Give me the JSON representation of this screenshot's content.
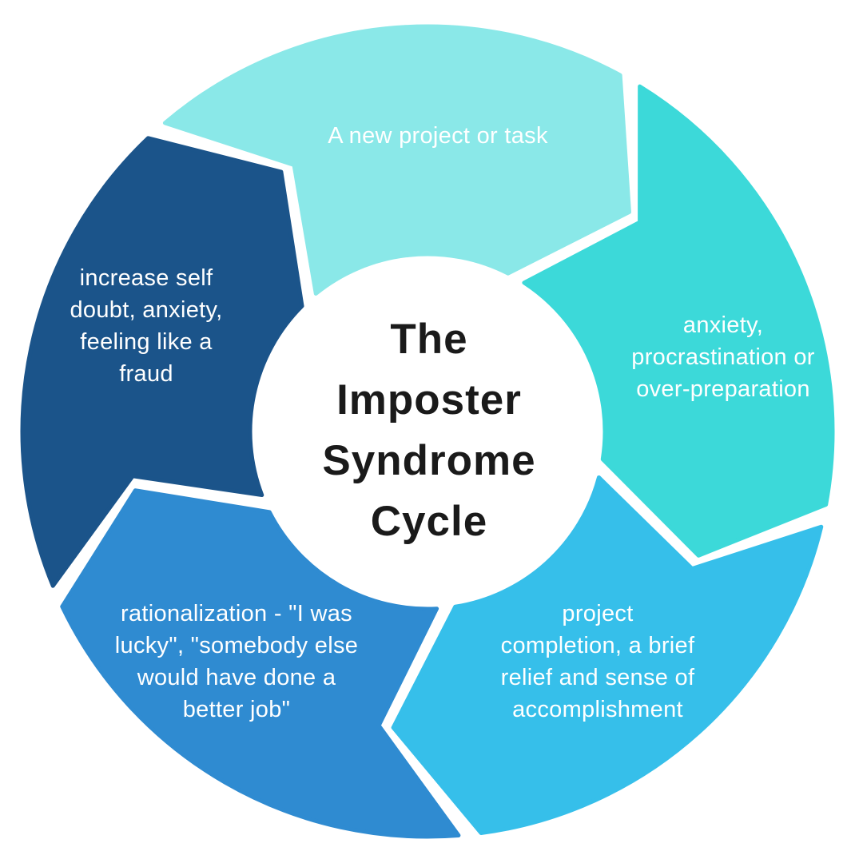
{
  "diagram": {
    "title_lines": [
      "The",
      "Imposter",
      "Syndrome",
      "Cycle"
    ],
    "title_color": "#1a1a1a",
    "background_color": "#ffffff",
    "direction": "clockwise",
    "segments": [
      {
        "id": "new-project",
        "label_lines": [
          "A new project or task"
        ],
        "color": "#8AE8E8",
        "text_color": "#ffffff"
      },
      {
        "id": "anxiety-procrastination",
        "label_lines": [
          "anxiety,",
          "procrastination or",
          "over-preparation"
        ],
        "color": "#3CD9D9",
        "text_color": "#ffffff"
      },
      {
        "id": "project-completion",
        "label_lines": [
          "project",
          "completion, a brief",
          "relief and sense of",
          "accomplishment"
        ],
        "color": "#36BFEA",
        "text_color": "#ffffff"
      },
      {
        "id": "rationalization",
        "label_lines": [
          "rationalization - \"I was",
          "lucky\", \"somebody else",
          "would have done a",
          "better job\""
        ],
        "color": "#2F8BD1",
        "text_color": "#ffffff"
      },
      {
        "id": "self-doubt",
        "label_lines": [
          "increase self",
          "doubt, anxiety,",
          "feeling like a",
          "fraud"
        ],
        "color": "#1B548A",
        "text_color": "#ffffff"
      }
    ]
  }
}
